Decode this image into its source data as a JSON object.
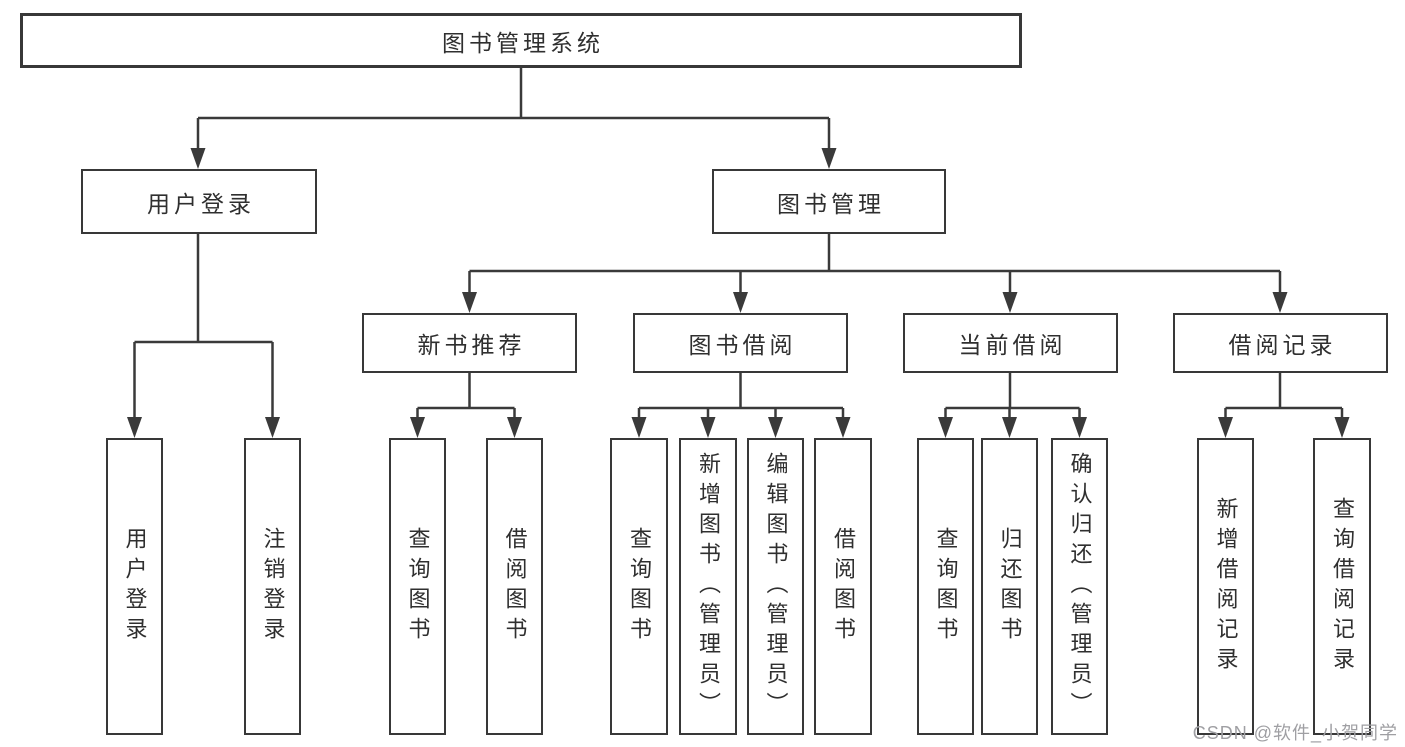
{
  "diagram_title": "图书管理系统",
  "tree": {
    "label": "图书管理系统",
    "children": [
      {
        "label": "用户登录",
        "children": [
          {
            "label": "用户登录"
          },
          {
            "label": "注销登录"
          }
        ]
      },
      {
        "label": "图书管理",
        "children": [
          {
            "label": "新书推荐",
            "children": [
              {
                "label": "查询图书"
              },
              {
                "label": "借阅图书"
              }
            ]
          },
          {
            "label": "图书借阅",
            "children": [
              {
                "label": "查询图书"
              },
              {
                "label": "新增图书（管理员）"
              },
              {
                "label": "编辑图书（管理员）"
              },
              {
                "label": "借阅图书"
              }
            ]
          },
          {
            "label": "当前借阅",
            "children": [
              {
                "label": "查询图书"
              },
              {
                "label": "归还图书"
              },
              {
                "label": "确认归还（管理员）"
              }
            ]
          },
          {
            "label": "借阅记录",
            "children": [
              {
                "label": "新增借阅记录"
              },
              {
                "label": "查询借阅记录"
              }
            ]
          }
        ]
      }
    ]
  },
  "watermark": {
    "text": "CSDN @软件_小贺同学"
  },
  "colors": {
    "line": "#3a3a3a",
    "box_border": "#383838",
    "text": "#2f2f2f",
    "watermark": "#9f9fa3",
    "background": "#ffffff"
  }
}
